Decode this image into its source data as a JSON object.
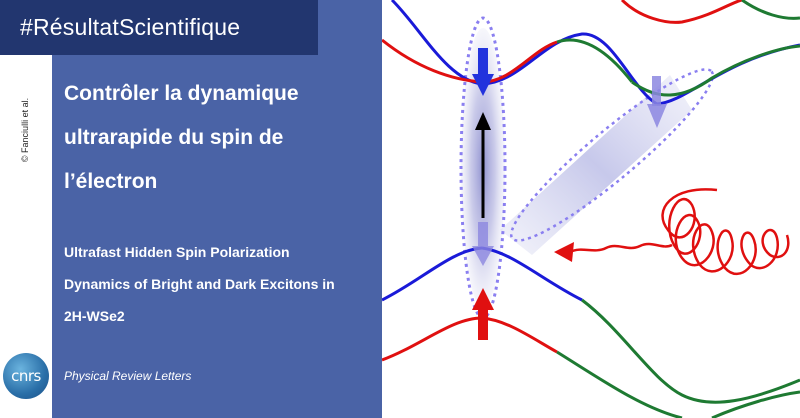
{
  "banner": {
    "hashtag": "#RésultatScientifique"
  },
  "credit": "© Fanciulli et al.",
  "title": {
    "lines": [
      "Contrôler la dynamique",
      "ultrarapide du spin de",
      "l’électron"
    ]
  },
  "subtitle": {
    "lines": [
      "Ultrafast Hidden Spin Polarization",
      "Dynamics of Bright and Dark Excitons in",
      "2H-WSe2"
    ]
  },
  "journal": "Physical Review Letters",
  "logo": {
    "text": "cnrs"
  },
  "colors": {
    "banner": "#22366f",
    "panel": "#4a63a6",
    "band_red": "#e01010",
    "band_blue": "#1a1ad8",
    "band_green": "#1e7a32",
    "spin_arrow_blue": "#2233dd",
    "spin_arrow_red": "#e01010",
    "ellipse_dots": "#8a7ff0",
    "photon": "#e01010"
  },
  "diagram": {
    "description_icons": [
      "band-structure-lines",
      "spin-up-arrow",
      "spin-down-arrow",
      "photon-wave-packet",
      "exciton-ellipse"
    ]
  }
}
